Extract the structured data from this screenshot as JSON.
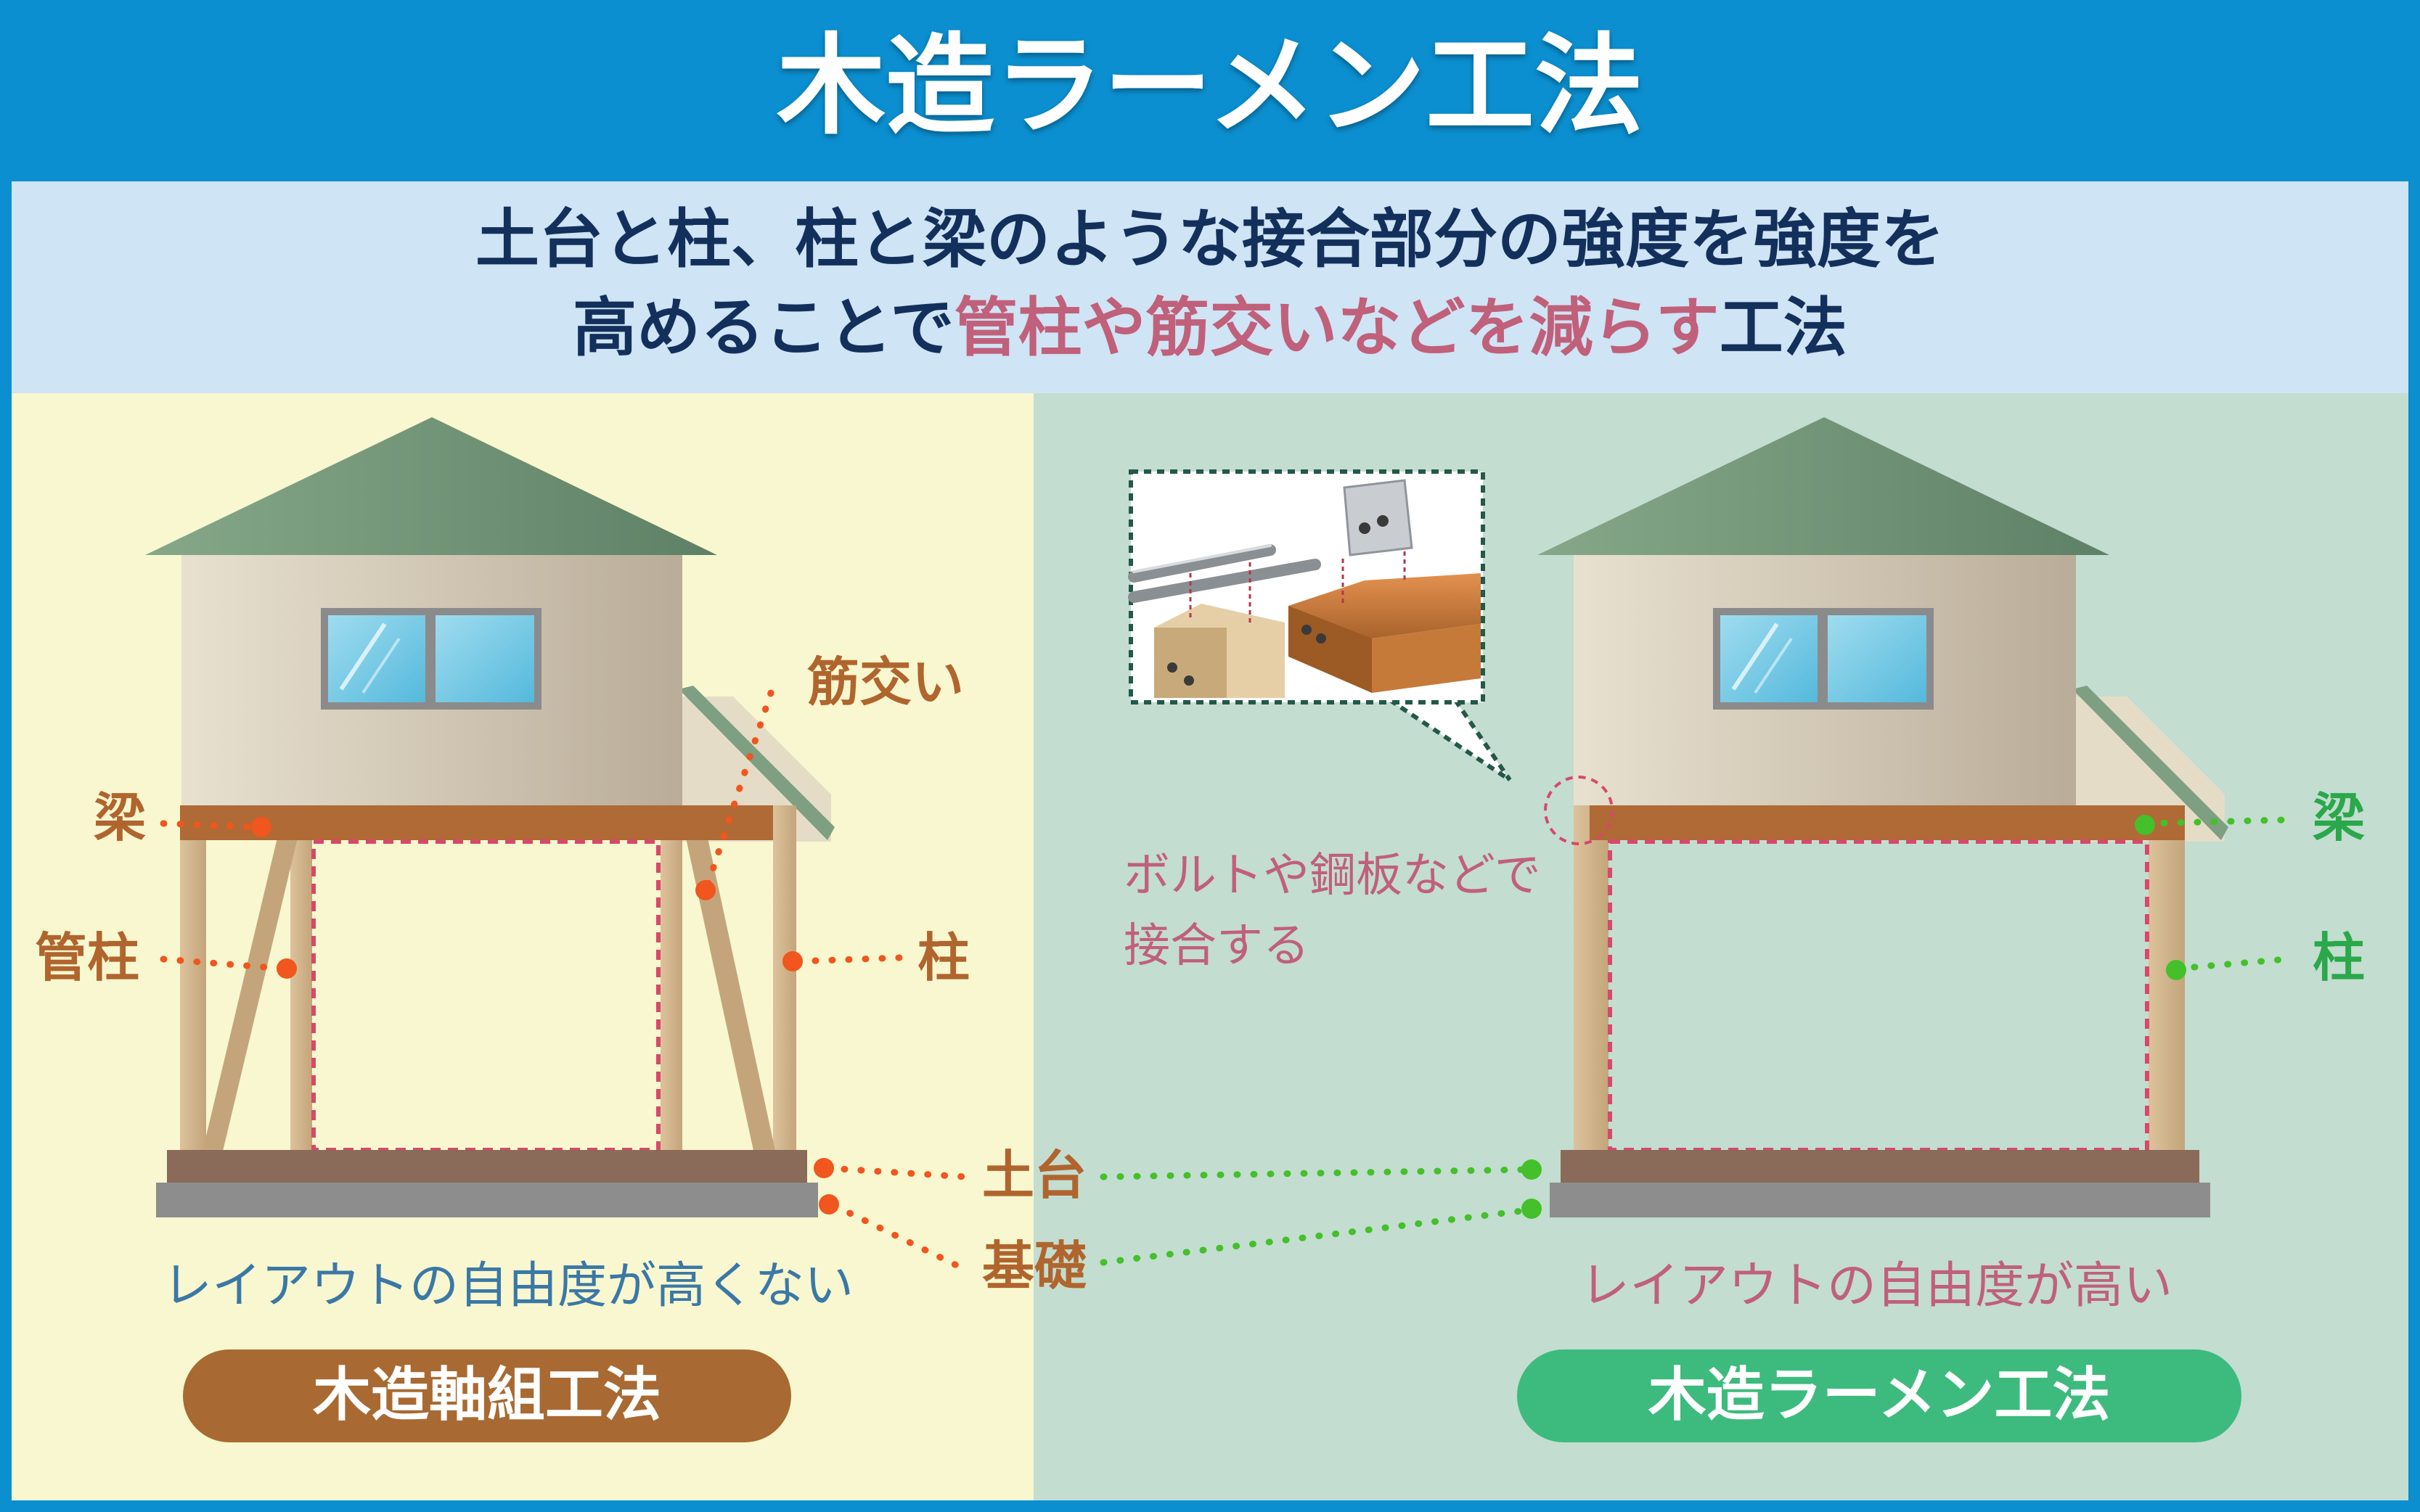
{
  "title": "木造ラーメン工法",
  "subtitle": {
    "line1": "土台と柱、柱と梁のような接合部分の強度を強度を",
    "line2_part1": "高めることで",
    "line2_highlight": "管柱や筋交いなどを減らす",
    "line2_part2": "工法"
  },
  "left": {
    "labels": {
      "beam": "梁",
      "tube_column": "管柱",
      "brace": "筋交い",
      "column": "柱"
    },
    "caption": "レイアウトの自由度が高くない",
    "badge": "木造軸組工法"
  },
  "shared": {
    "sill": "土台",
    "foundation": "基礎"
  },
  "right": {
    "labels": {
      "beam": "梁",
      "column": "柱"
    },
    "callout_line1": "ボルトや鋼板などで",
    "callout_line2": "接合する",
    "caption": "レイアウトの自由度が高い",
    "badge": "木造ラーメン工法"
  },
  "colors": {
    "frame_blue": "#0b8fd0",
    "subtitle_bg": "#cfe4f4",
    "subtitle_text": "#13305c",
    "highlight": "#c0607a",
    "left_bg": "#f8f7cf",
    "right_bg": "#c3ddd0",
    "left_label": "#b0652e",
    "right_label": "#2aa84a",
    "left_dots": "#f0561d",
    "right_dots": "#44c02a",
    "left_caption": "#3a78a6",
    "right_caption": "#c0607a",
    "left_badge": "#a86a32",
    "right_badge": "#3dbb7e"
  }
}
